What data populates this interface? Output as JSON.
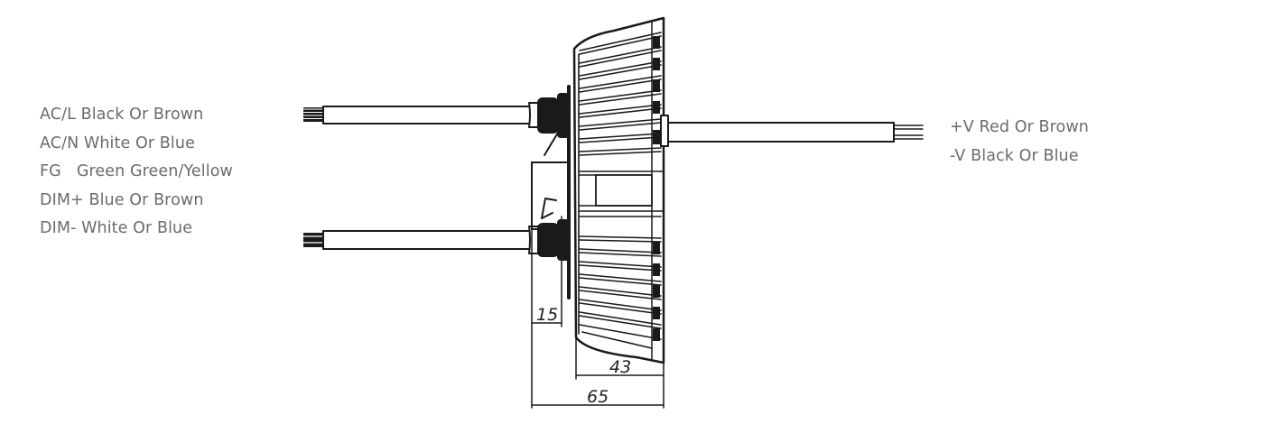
{
  "input_wires": [
    {
      "label": "AC/L Black Or Brown"
    },
    {
      "label": "AC/N White Or Blue"
    },
    {
      "label": "FG   Green Green/Yellow"
    },
    {
      "label": "DIM+ Blue Or Brown"
    },
    {
      "label": "DIM- White Or Blue"
    }
  ],
  "output_wires": [
    {
      "label": "+V Red Or Brown"
    },
    {
      "label": "-V Black Or Blue"
    }
  ],
  "dimensions": {
    "gland_depth": "15",
    "body_depth": "43",
    "overall_depth": "65"
  },
  "colors": {
    "label_text": "#6b6b6b",
    "line": "#1a1a1a"
  }
}
